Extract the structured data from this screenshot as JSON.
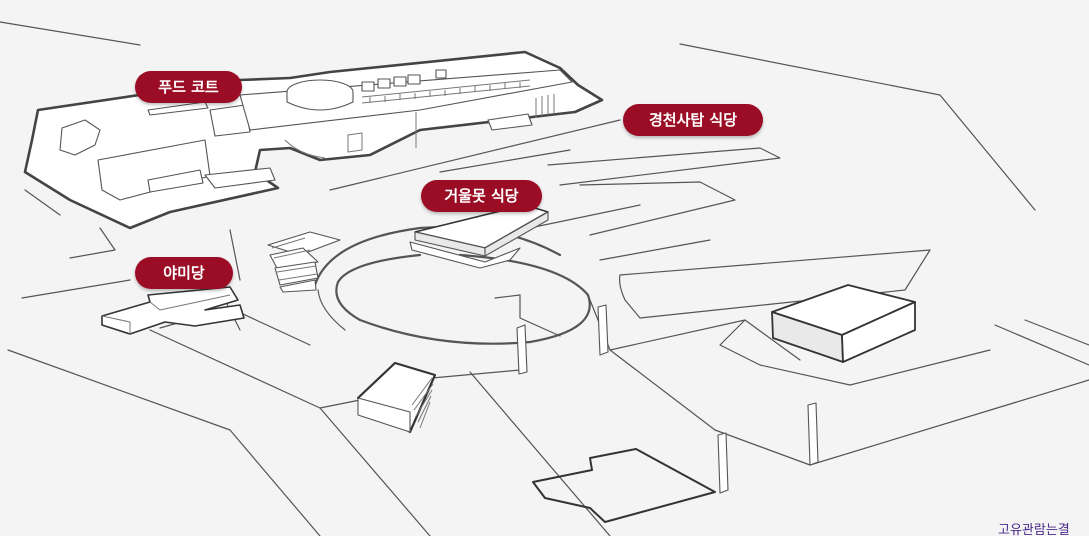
{
  "labels": {
    "food_court": "푸드 코트",
    "gyeongcheon_restaurant": "경천사탑 식당",
    "geoulmot_restaurant": "거울못 식당",
    "yamidang": "야미당"
  },
  "corner_link_text": "고유관람는결",
  "colors": {
    "pill_bg": "#9b0d25",
    "pill_text": "#ffffff",
    "background": "#f4f4f4",
    "line": "#444444",
    "link": "#4a2a8c"
  }
}
